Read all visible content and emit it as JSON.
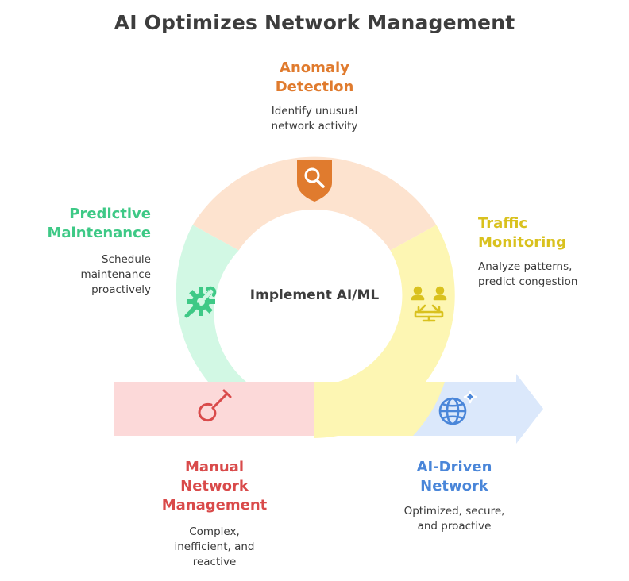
{
  "title": "AI Optimizes Network Management",
  "center_label": "Implement AI/ML",
  "colors": {
    "anomaly": "#e07b2e",
    "anomaly_fill": "#fde3cf",
    "traffic": "#d9c11e",
    "traffic_fill": "#fdf6b3",
    "predictive": "#3ec986",
    "predictive_fill": "#d2f8e4",
    "manual": "#d94a4a",
    "manual_fill": "#fcd9d9",
    "ai_driven": "#4a86d9",
    "ai_driven_fill": "#dbe8fb"
  },
  "sections": {
    "anomaly": {
      "title_line1": "Anomaly",
      "title_line2": "Detection",
      "desc_line1": "Identify unusual",
      "desc_line2": "network activity",
      "icon": "magnifier-icon"
    },
    "traffic": {
      "title_line1": "Traffic",
      "title_line2": "Monitoring",
      "desc_line1": "Analyze patterns,",
      "desc_line2": "predict congestion",
      "icon": "network-users-icon"
    },
    "predictive": {
      "title_line1": "Predictive",
      "title_line2": "Maintenance",
      "desc_line1": "Schedule",
      "desc_line2": "maintenance",
      "desc_line3": "proactively",
      "icon": "gear-wrench-icon"
    },
    "manual": {
      "title_line1": "Manual",
      "title_line2": "Network",
      "title_line3": "Management",
      "desc_line1": "Complex,",
      "desc_line2": "inefficient, and",
      "desc_line3": "reactive",
      "icon": "tangled-cable-icon"
    },
    "ai_driven": {
      "title_line1": "AI-Driven",
      "title_line2": "Network",
      "desc_line1": "Optimized, secure,",
      "desc_line2": "and proactive",
      "icon": "globe-sparkle-icon"
    }
  }
}
